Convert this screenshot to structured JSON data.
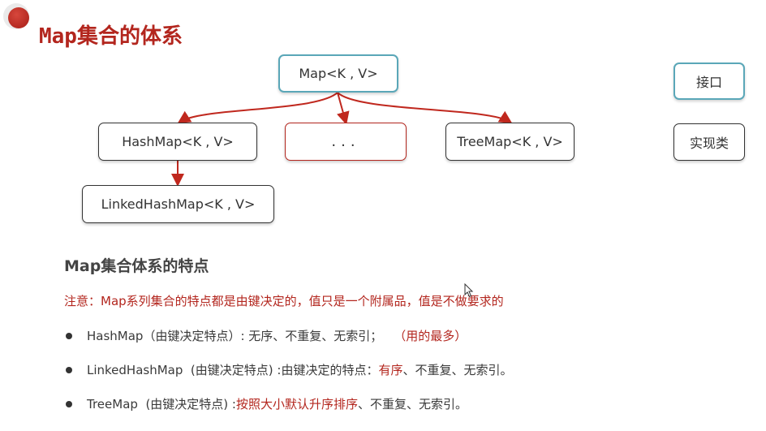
{
  "title": "Map集合的体系",
  "diagram": {
    "root": "Map<K , V>",
    "children": [
      "HashMap<K , V>",
      "...",
      "TreeMap<K , V>"
    ],
    "grandchild": "LinkedHashMap<K , V>"
  },
  "legend": {
    "interface": "接口",
    "implementation": "实现类"
  },
  "section_title": "Map集合体系的特点",
  "note": "注意：Map系列集合的特点都是由键决定的，值只是一个附属品，值是不做要求的",
  "bullets": [
    {
      "lead": "HashMap（由键决定特点）: 无序、不重复、无索引；",
      "highlight": "（用的最多）",
      "tail": ""
    },
    {
      "lead": "LinkedHashMap  (由键决定特点) :由键决定的特点：",
      "highlight": "有序",
      "tail": "、不重复、无索引。"
    },
    {
      "lead": "TreeMap  (由键决定特点) :",
      "highlight": "按照大小默认升序排序",
      "tail": "、不重复、无索引。"
    }
  ],
  "colors": {
    "accent": "#b3261e",
    "interface_border": "#5aa7b8",
    "impl_border": "#333333"
  }
}
